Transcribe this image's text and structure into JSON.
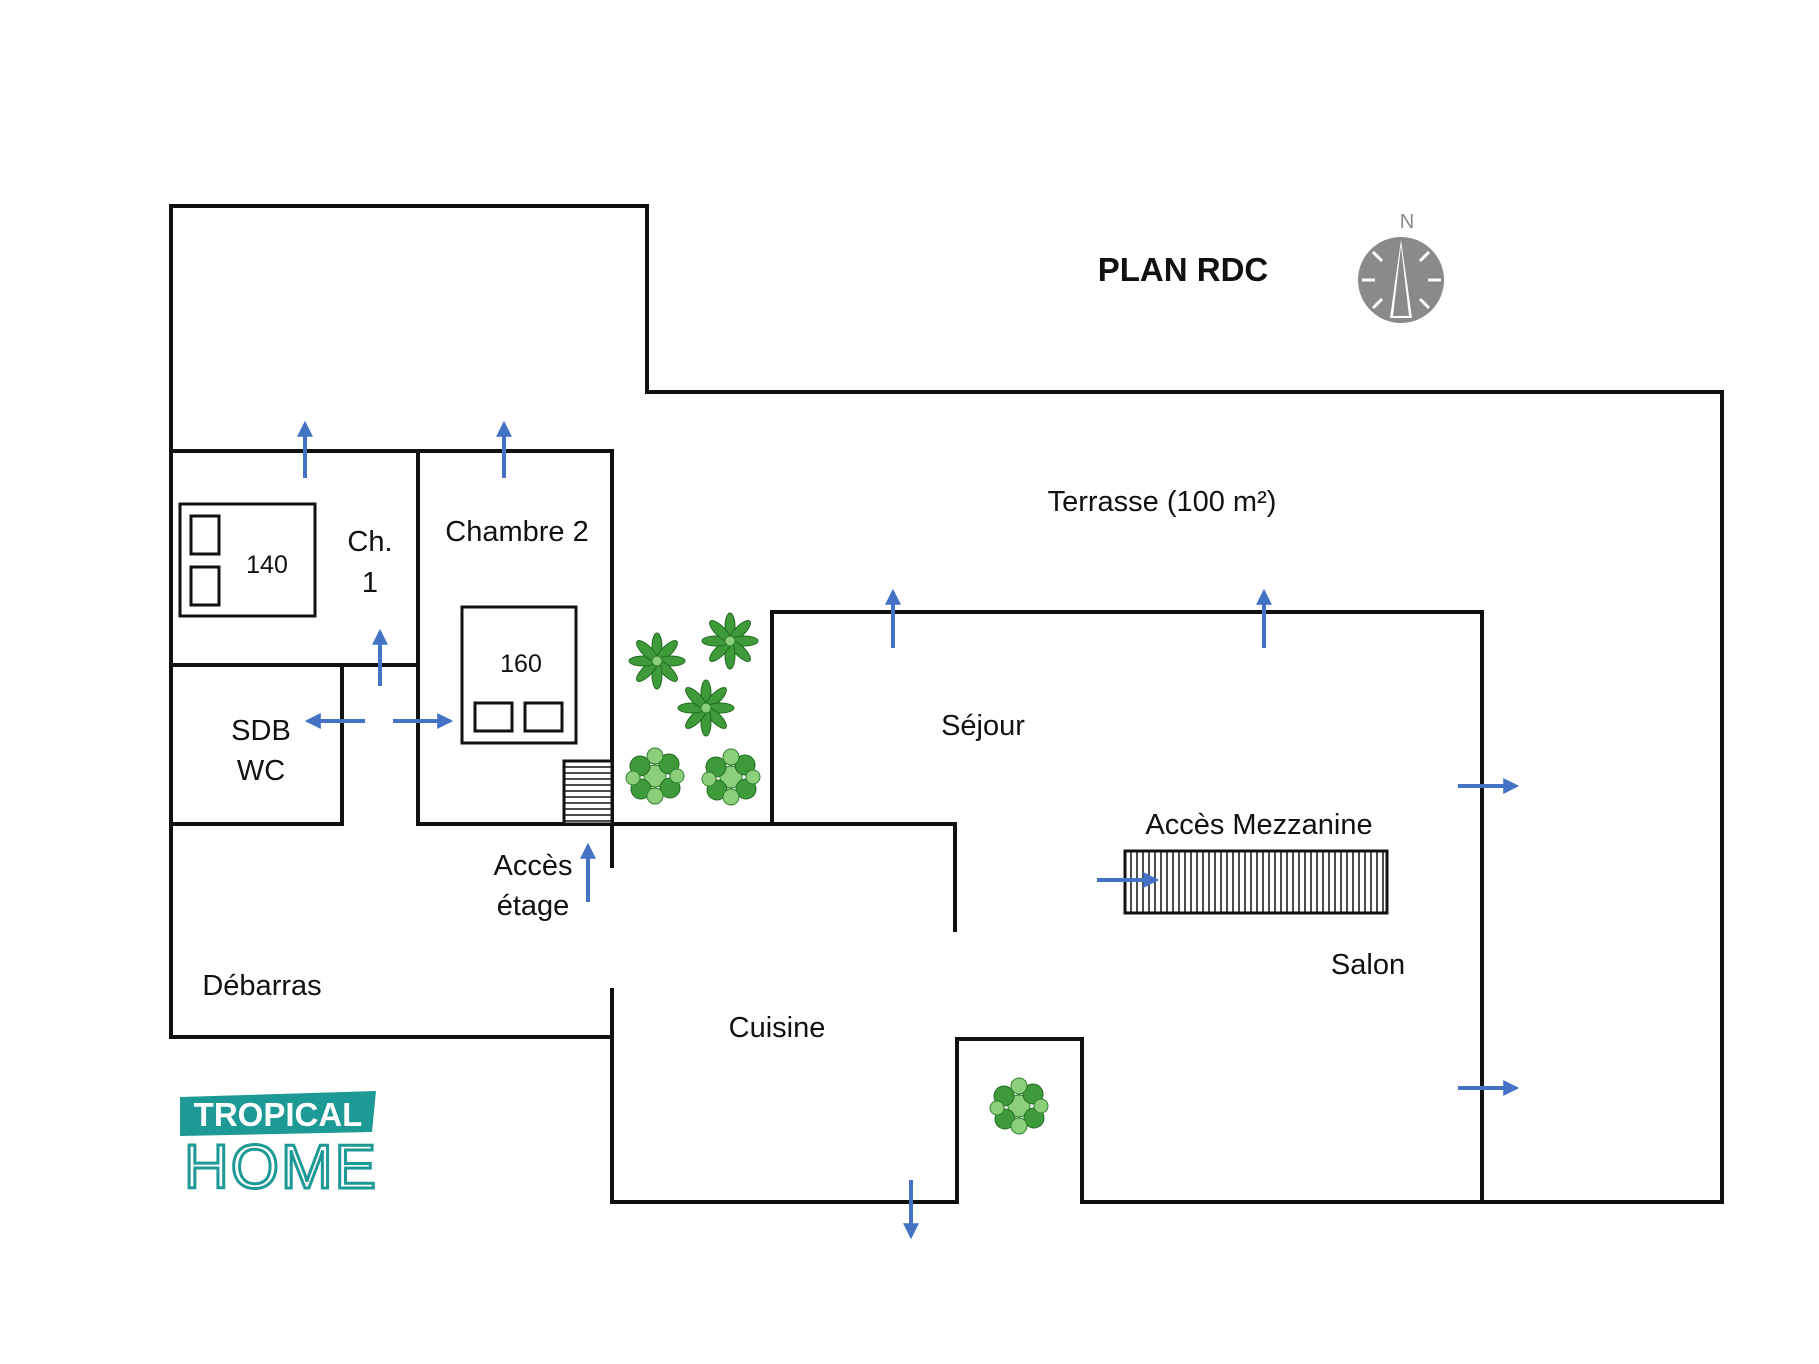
{
  "plan": {
    "title": "PLAN RDC",
    "compass_letter": "N",
    "rooms": {
      "terrasse": "Terrasse (100 m²)",
      "chambre1_line1": "Ch.",
      "chambre1_line2": "1",
      "bed1_size": "140",
      "chambre2": "Chambre 2",
      "bed2_size": "160",
      "sdb_line1": "SDB",
      "sdb_line2": "WC",
      "acces_etage_line1": "Accès",
      "acces_etage_line2": "étage",
      "debarras": "Débarras",
      "sejour": "Séjour",
      "acces_mezzanine": "Accès Mezzanine",
      "salon": "Salon",
      "cuisine": "Cuisine"
    },
    "logo": {
      "top": "TROPICAL",
      "bottom": "HOME",
      "top_bg": "#1e9a96",
      "bottom_color": "#1e9a96"
    },
    "colors": {
      "walls": "#111111",
      "arrows": "#4472c4",
      "plants": "#3f9a3a",
      "compass": "#8a8a8a"
    }
  }
}
